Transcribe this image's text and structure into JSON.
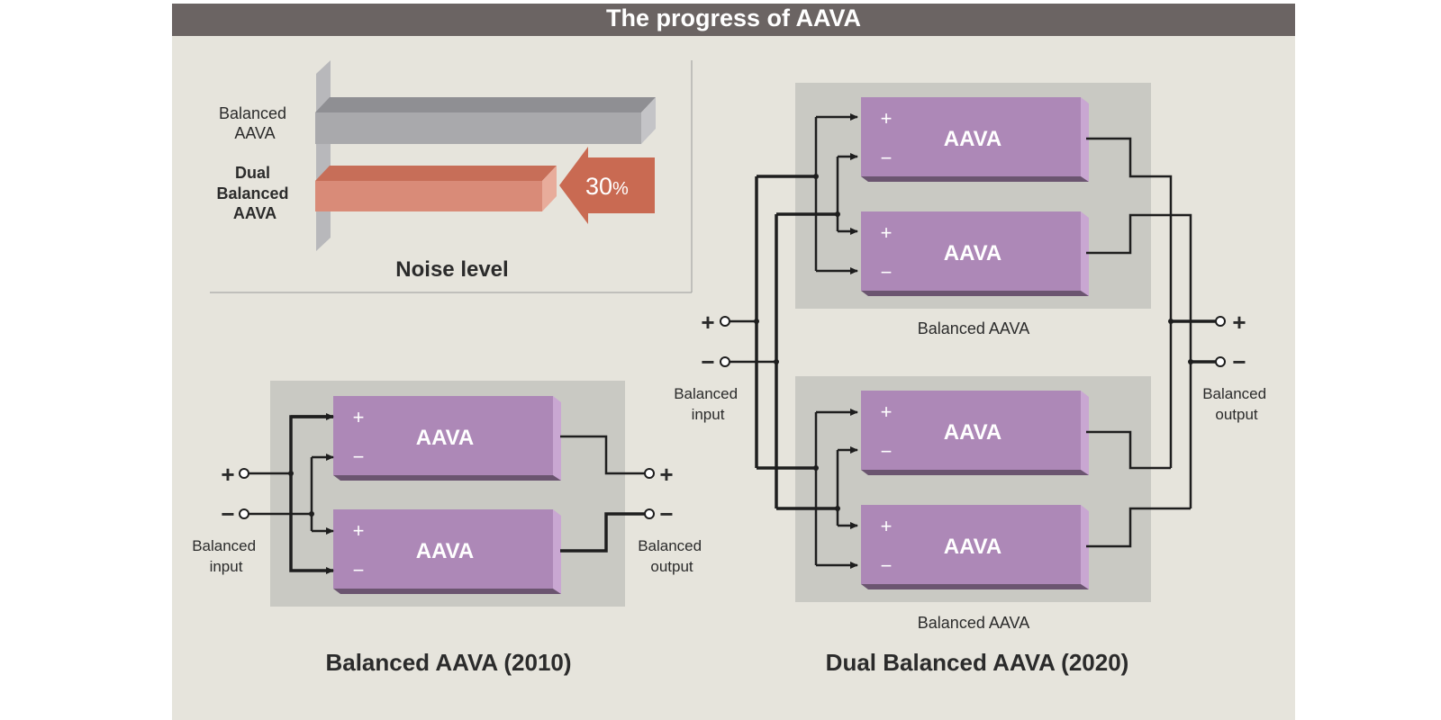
{
  "title": "The progress of AAVA",
  "noise_chart": {
    "bar_top_label": [
      "Balanced",
      "AAVA"
    ],
    "bar_bottom_label": [
      "Dual",
      "Balanced",
      "AAVA"
    ],
    "reduction_label": "30",
    "reduction_unit": "%",
    "axis_label": "Noise level",
    "colors": {
      "gray_bar": "#a9a9ac",
      "orange_bar": "#d98b78",
      "arrow": "#c96a52"
    }
  },
  "diagram_2010": {
    "caption": "Balanced AAVA (2010)",
    "input_label": [
      "Balanced",
      "input"
    ],
    "output_label": [
      "Balanced",
      "output"
    ],
    "block_label": "AAVA"
  },
  "diagram_2020": {
    "caption": "Dual Balanced AAVA (2020)",
    "group_label": "Balanced AAVA",
    "input_label": [
      "Balanced",
      "input"
    ],
    "output_label": [
      "Balanced",
      "output"
    ],
    "block_label": "AAVA"
  },
  "signs": {
    "plus": "+",
    "minus": "−"
  },
  "colors": {
    "block": "#ad88b7",
    "block_side": "#c9a7d2",
    "block_shadow": "#6b5570",
    "group_bg": "#c9c9c3",
    "panel_bg": "#e6e4dc",
    "title_bg": "#6b6463"
  }
}
